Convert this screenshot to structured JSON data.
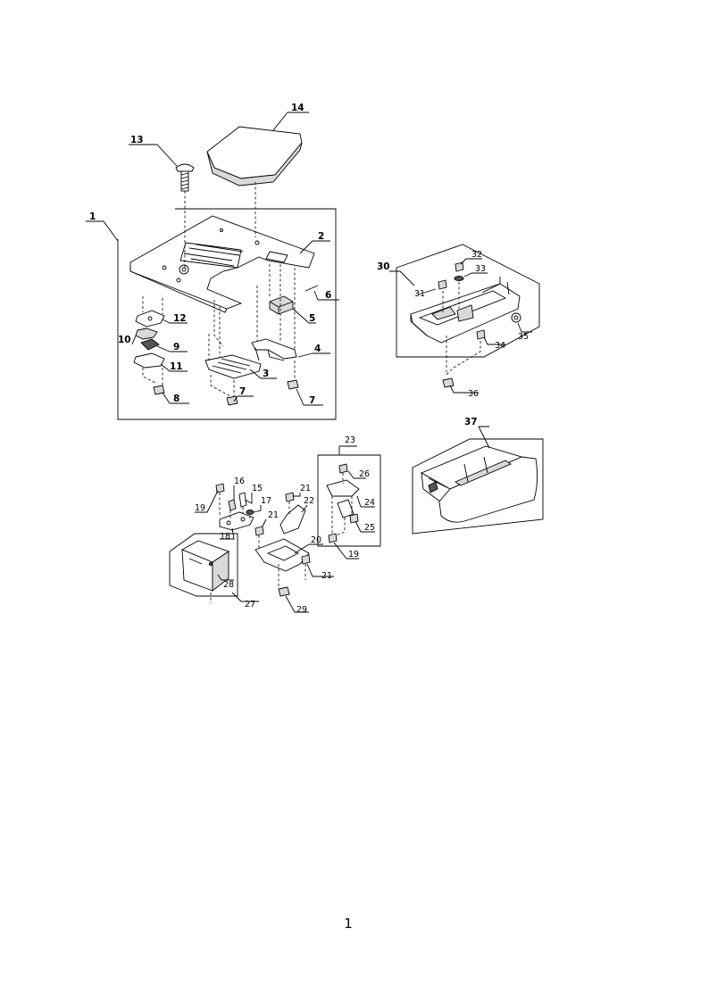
{
  "labels": {
    "p1": "1",
    "p2": "2",
    "p3": "3",
    "p4": "4",
    "p5": "5",
    "p6": "6",
    "p7a": "7",
    "p7b": "7",
    "p8": "8",
    "p9": "9",
    "p10": "10",
    "p11": "11",
    "p12": "12",
    "p13": "13",
    "p14": "14",
    "p15": "15",
    "p16": "16",
    "p17": "17",
    "p18": "18",
    "p19a": "19",
    "p19b": "19",
    "p20": "20",
    "p21a": "21",
    "p21b": "21",
    "p21c": "21",
    "p22": "22",
    "p23": "23",
    "p24": "24",
    "p25": "25",
    "p26": "26",
    "p27": "27",
    "p28": "28",
    "p29": "29",
    "p30": "30",
    "p31": "31",
    "p32": "32",
    "p33": "33",
    "p34": "34",
    "p35": "35",
    "p36": "36",
    "p37": "37"
  },
  "page_number": "1"
}
